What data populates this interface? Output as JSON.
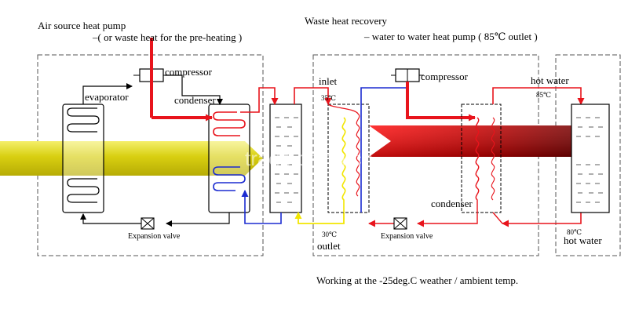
{
  "left_title": "Air source heat pump",
  "left_subtitle": "–( or waste heat for the pre-heating )",
  "right_title": "Waste heat recovery",
  "right_subtitle": "– water to water heat pump ( 85℃ outlet )",
  "labels": {
    "compressor_left": "compressor",
    "compressor_right": "compressor",
    "evaporator": "evaporator",
    "condenser_left": "condenser",
    "condenser_right": "condenser",
    "inlet": "inlet",
    "outlet": "outlet",
    "hot_water_top": "hot water",
    "hot_water_bottom": "hot water",
    "expansion_left": "Expansion valve",
    "expansion_right": "Expansion valve",
    "temp_35": "35℃",
    "temp_30": "30℃",
    "temp_85": "85℃",
    "temp_80": "80℃"
  },
  "footer": "Working at the -25deg.C weather / ambient temp.",
  "watermark": "trade.china.cn",
  "colors": {
    "hot": "#e8141c",
    "cold": "#1b2bd0",
    "warm_water": "#f2e600",
    "air_band": "#d8cf10",
    "waste_heat": "#c00000",
    "line": "#000000",
    "dash": "#555555"
  }
}
